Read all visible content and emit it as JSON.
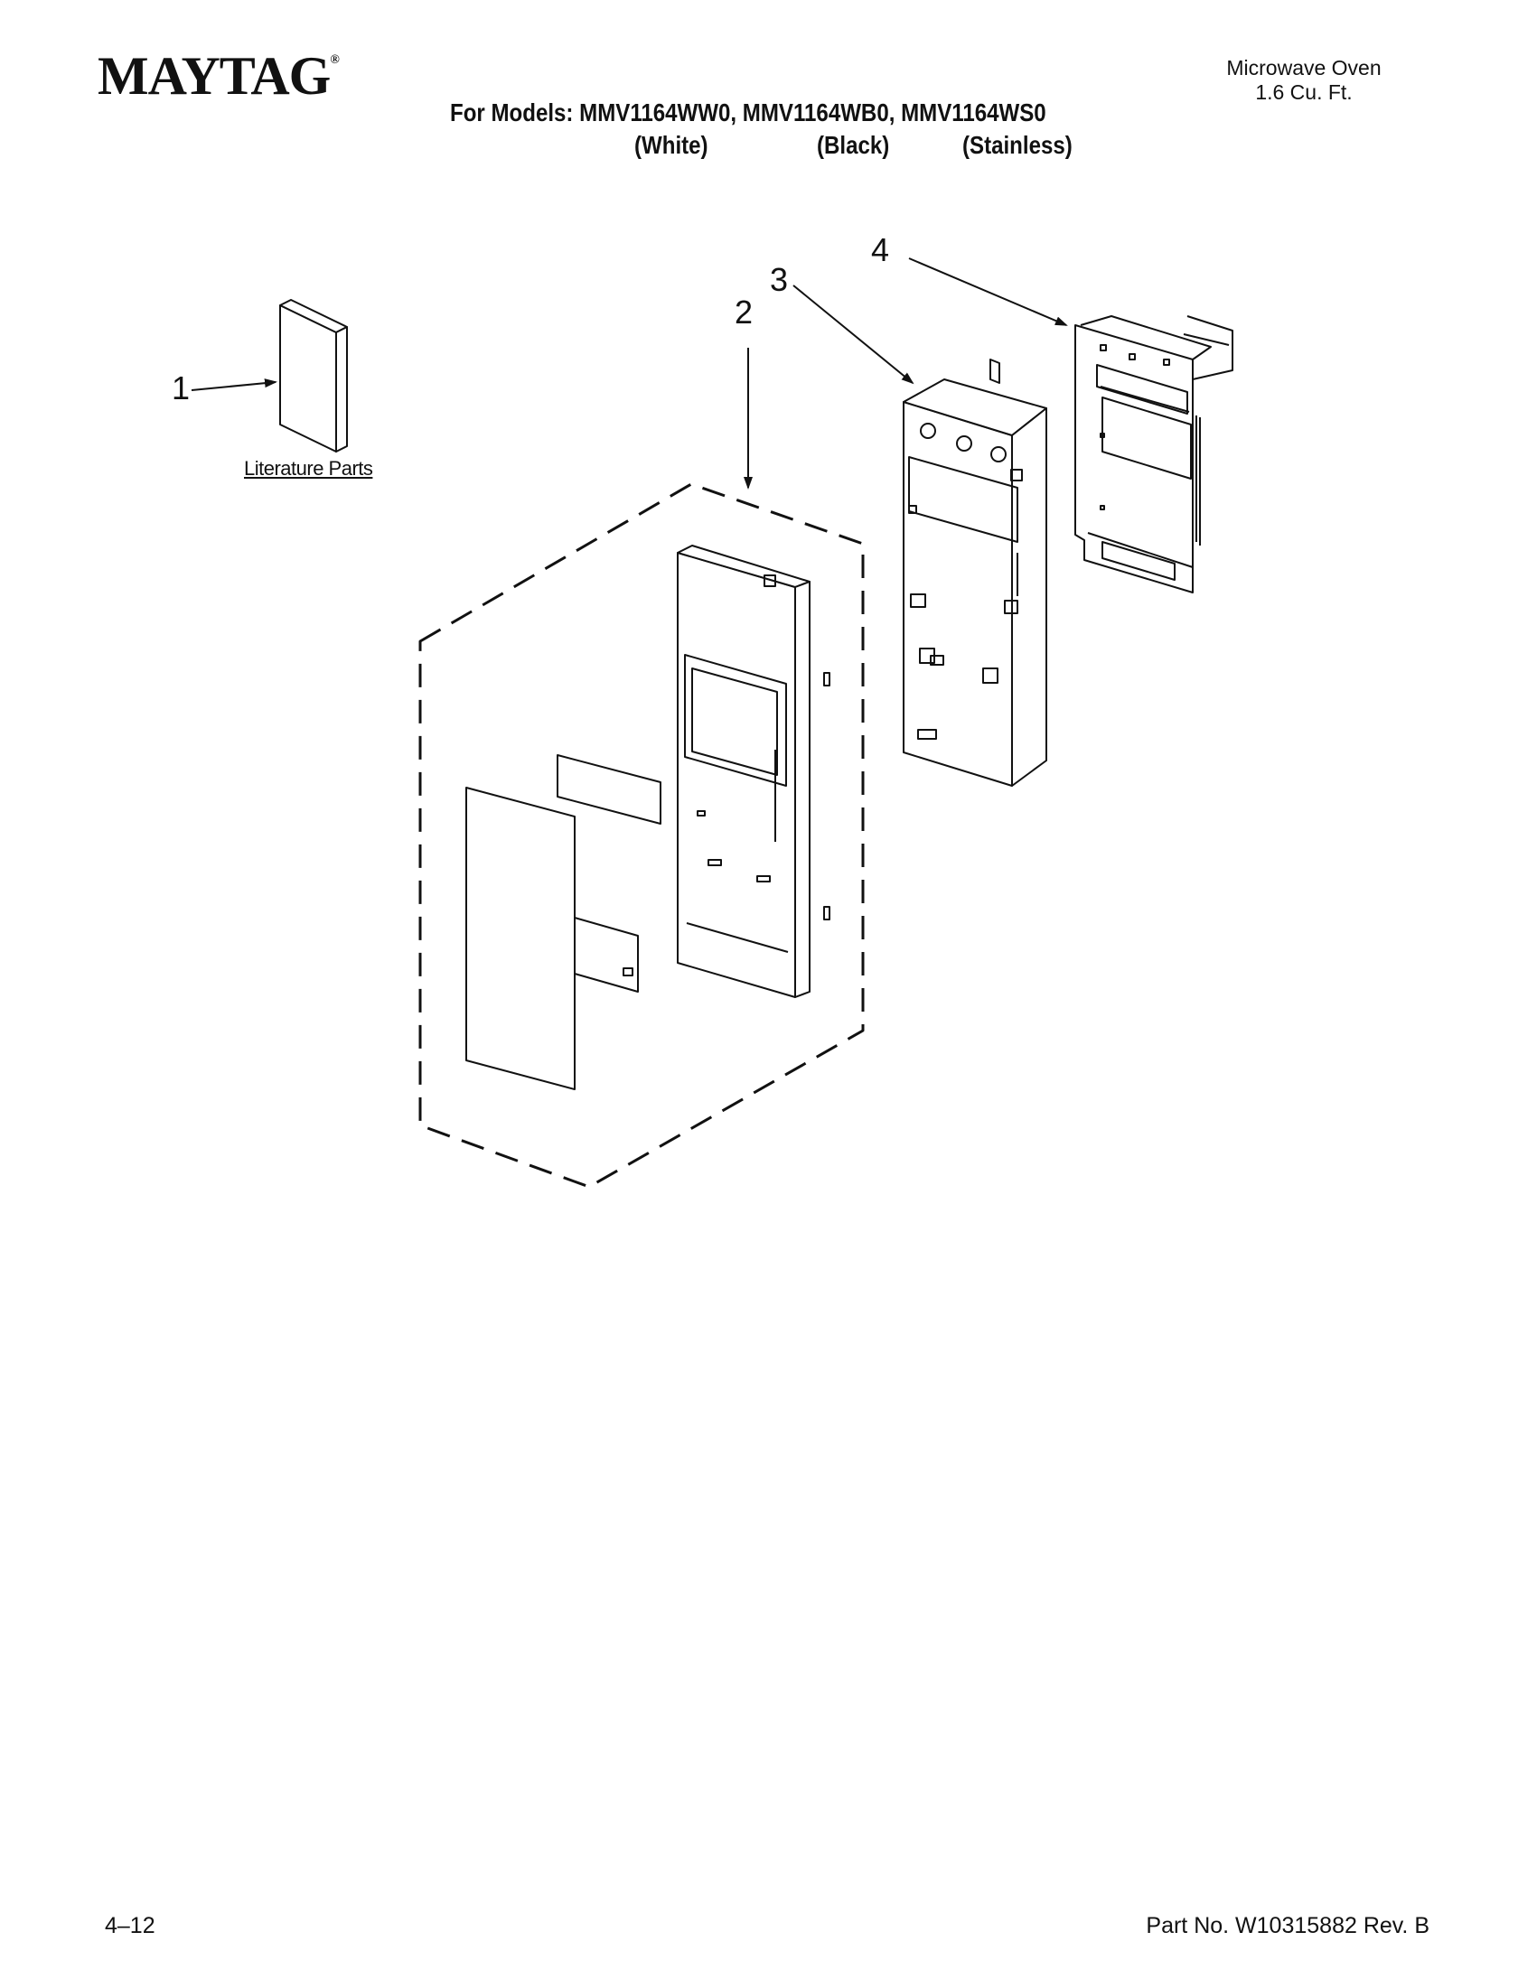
{
  "header": {
    "brand": "MAYTAG",
    "brand_mark": "®",
    "product_line1": "Microwave Oven",
    "product_line2": "1.6 Cu. Ft.",
    "models_label": "For Models: MMV1164WW0, MMV1164WB0, MMV1164WS0",
    "variant_white": "(White)",
    "variant_black": "(Black)",
    "variant_stainless": "(Stainless)"
  },
  "diagram": {
    "callouts": [
      "1",
      "2",
      "3",
      "4"
    ],
    "literature_label": "Literature Parts"
  },
  "footer": {
    "page_number": "4–12",
    "part_number": "Part No. W10315882 Rev. B"
  }
}
